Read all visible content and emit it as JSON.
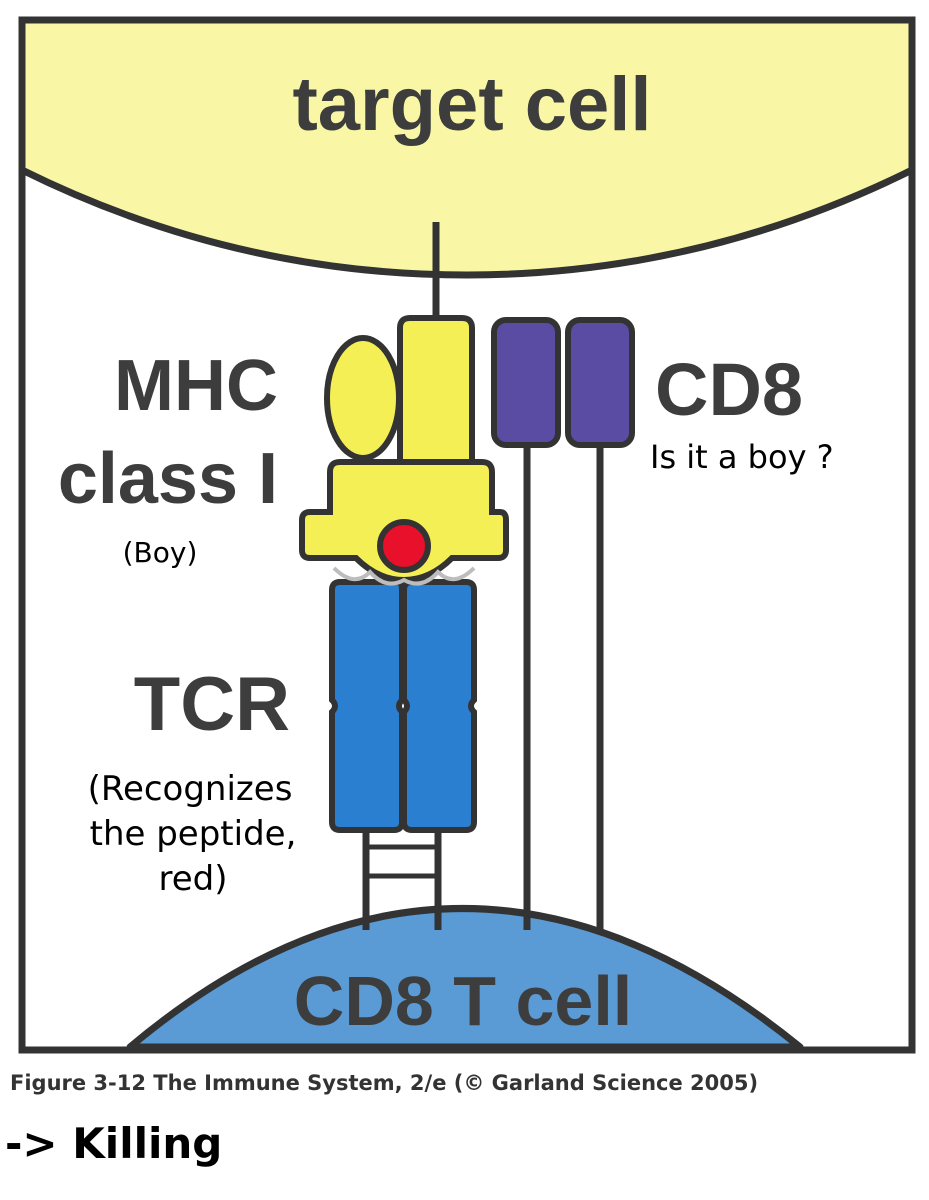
{
  "labels": {
    "target_cell": "target cell",
    "mhc_line1": "MHC",
    "mhc_line2": "class I",
    "mhc_note": "(Boy)",
    "cd8": "CD8",
    "cd8_note": "Is it a boy ?",
    "tcr": "TCR",
    "tcr_note_line1": "(Recognizes",
    "tcr_note_line2": "the peptide,",
    "tcr_note_line3": "red)",
    "t_cell": "CD8 T cell"
  },
  "caption": "Figure 3-12  The Immune System, 2/e (© Garland Science 2005)",
  "footer_note": "-> Killing",
  "colors": {
    "target_cell_fill": "#f9f7a6",
    "t_cell_fill": "#5a9bd5",
    "mhc_fill": "#f5ef56",
    "peptide_fill": "#e8102a",
    "tcr_fill": "#2a7fd1",
    "cd8_fill": "#5a4ba3",
    "outline": "#333333"
  }
}
